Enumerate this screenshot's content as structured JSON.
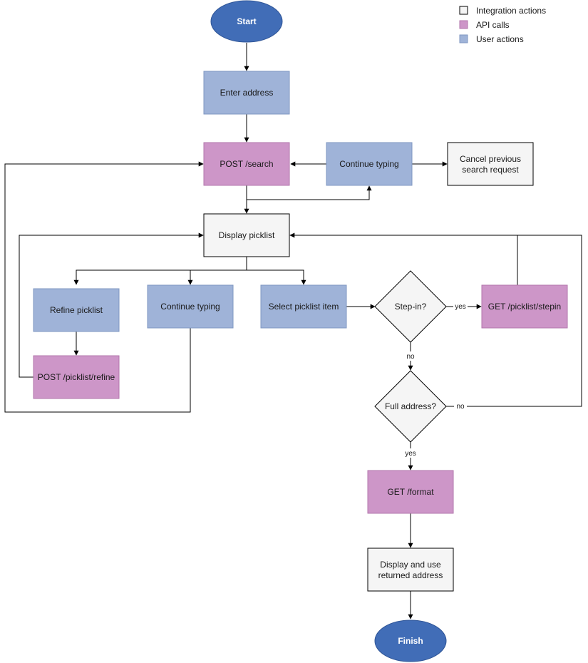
{
  "colors": {
    "terminal": "#416db7",
    "terminal_stroke": "#2f5597",
    "api": "#cd96c8",
    "api_stroke": "#b276ab",
    "user": "#9fb3d8",
    "user_stroke": "#7f97c2",
    "integration": "#f5f5f5",
    "integration_stroke": "#000000",
    "line": "#000000"
  },
  "legend": [
    {
      "label": "Integration actions",
      "kind": "integration"
    },
    {
      "label": "API calls",
      "kind": "api"
    },
    {
      "label": "User actions",
      "kind": "user"
    }
  ],
  "nodes": {
    "start": {
      "label": "Start",
      "kind": "terminal"
    },
    "enter_address": {
      "label": "Enter address",
      "kind": "user"
    },
    "post_search": {
      "label": "POST /search",
      "kind": "api"
    },
    "continue_typing_top": {
      "label": "Continue typing",
      "kind": "user"
    },
    "cancel_search": {
      "label": [
        "Cancel previous",
        "search request"
      ],
      "kind": "integration"
    },
    "display_picklist": {
      "label": "Display picklist",
      "kind": "integration"
    },
    "refine_picklist": {
      "label": "Refine picklist",
      "kind": "user"
    },
    "post_refine": {
      "label": "POST /picklist/refine",
      "kind": "api"
    },
    "continue_typing_mid": {
      "label": "Continue typing",
      "kind": "user"
    },
    "select_item": {
      "label": "Select picklist item",
      "kind": "user"
    },
    "step_in": {
      "label": "Step-in?",
      "kind": "decision"
    },
    "get_stepin": {
      "label": "GET /picklist/stepin",
      "kind": "api"
    },
    "full_address": {
      "label": "Full address?",
      "kind": "decision"
    },
    "get_format": {
      "label": "GET /format",
      "kind": "api"
    },
    "display_address": {
      "label": [
        "Display and use",
        "returned address"
      ],
      "kind": "integration"
    },
    "finish": {
      "label": "Finish",
      "kind": "terminal"
    }
  },
  "edge_labels": {
    "step_in_yes": "yes",
    "step_in_no": "no",
    "full_no": "no",
    "full_yes": "yes"
  }
}
